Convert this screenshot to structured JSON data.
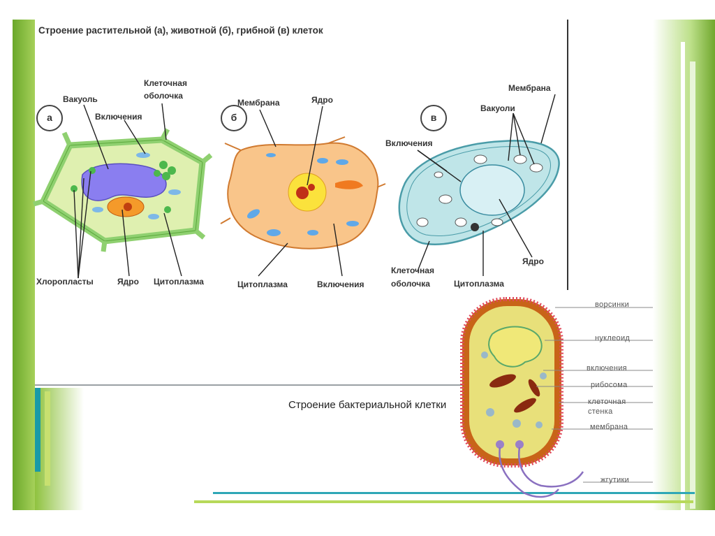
{
  "title": "Строение растительной (а), животной (б), грибной (в) клеток",
  "cell_markers": {
    "a": "а",
    "b": "б",
    "v": "в"
  },
  "plant_labels": {
    "vacuole": "Вакуоль",
    "inclusions": "Включения",
    "cell_wall_line1": "Клеточная",
    "cell_wall_line2": "оболочка",
    "chloroplasts": "Хлоропласты",
    "nucleus": "Ядро",
    "cytoplasm": "Цитоплазма"
  },
  "animal_labels": {
    "membrane": "Мембрана",
    "nucleus": "Ядро",
    "cytoplasm": "Цитоплазма",
    "inclusions": "Включения"
  },
  "fungal_labels": {
    "membrane": "Мембрана",
    "vacuoles": "Вакуоли",
    "inclusions": "Включения",
    "cell_wall_line1": "Клеточная",
    "cell_wall_line2": "оболочка",
    "cytoplasm": "Цитоплазма",
    "nucleus": "Ядро"
  },
  "bacteria_caption": "Строение бактериальной клетки",
  "bacteria_labels": {
    "pili": "ворсинки",
    "nucleoid": "нуклеоид",
    "inclusions": "включения",
    "ribosome": "рибосома",
    "cell_wall_line1": "клеточная",
    "cell_wall_line2": "стенка",
    "membrane": "мембрана",
    "flagella": "жгутики"
  }
}
